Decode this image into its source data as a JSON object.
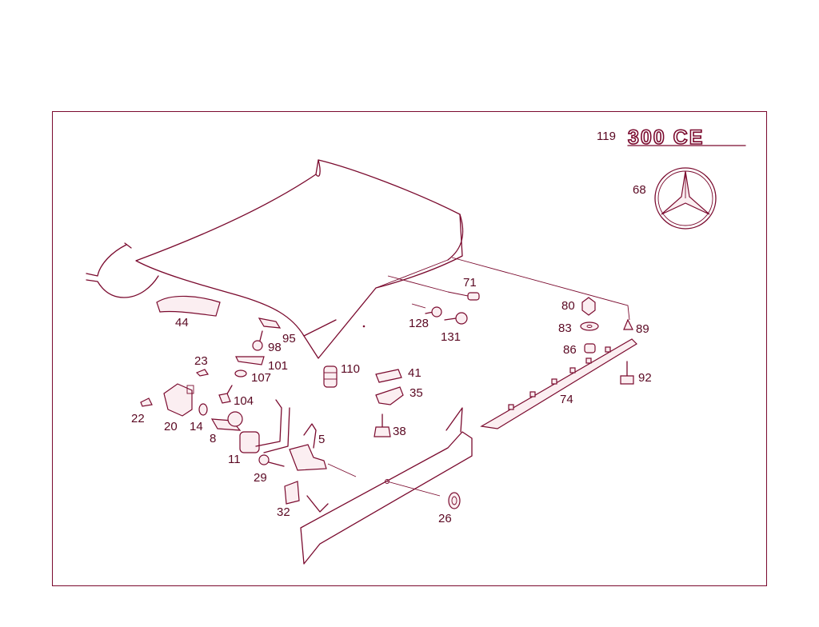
{
  "badge_text": "300 CE",
  "parts": [
    {
      "id": "119"
    },
    {
      "id": "68"
    },
    {
      "id": "71"
    },
    {
      "id": "80"
    },
    {
      "id": "83"
    },
    {
      "id": "89"
    },
    {
      "id": "86"
    },
    {
      "id": "92"
    },
    {
      "id": "74"
    },
    {
      "id": "44"
    },
    {
      "id": "95"
    },
    {
      "id": "98"
    },
    {
      "id": "128"
    },
    {
      "id": "131"
    },
    {
      "id": "23"
    },
    {
      "id": "101"
    },
    {
      "id": "107"
    },
    {
      "id": "110"
    },
    {
      "id": "41"
    },
    {
      "id": "35"
    },
    {
      "id": "104"
    },
    {
      "id": "22"
    },
    {
      "id": "20"
    },
    {
      "id": "14"
    },
    {
      "id": "8"
    },
    {
      "id": "38"
    },
    {
      "id": "5"
    },
    {
      "id": "11"
    },
    {
      "id": "29"
    },
    {
      "id": "32"
    },
    {
      "id": "26"
    }
  ]
}
